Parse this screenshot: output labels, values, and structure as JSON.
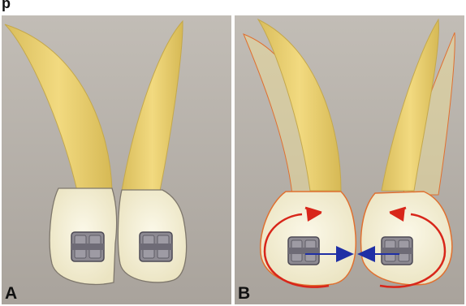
{
  "figure": {
    "caption_text_top": "p",
    "panel_a": {
      "label": "A"
    },
    "panel_b": {
      "label": "B"
    },
    "colors": {
      "panel_background": "#b7b2ac",
      "root": "#e8cf72",
      "root_shadow": "#d2b553",
      "crown": "#f6f1d6",
      "crown_outline": "#7e776c",
      "bracket": "#8d8a92",
      "bracket_dark": "#5f5c66",
      "rotation_arrow": "#d8261a",
      "force_arrow": "#1f2fa5",
      "outline_orange": "#e07030"
    },
    "icons": {
      "rotation_arrow_left": "curved-arrow-counterclockwise-icon",
      "rotation_arrow_right": "curved-arrow-clockwise-icon",
      "force_arrow_left": "arrow-right-icon",
      "force_arrow_right": "arrow-left-icon"
    }
  }
}
